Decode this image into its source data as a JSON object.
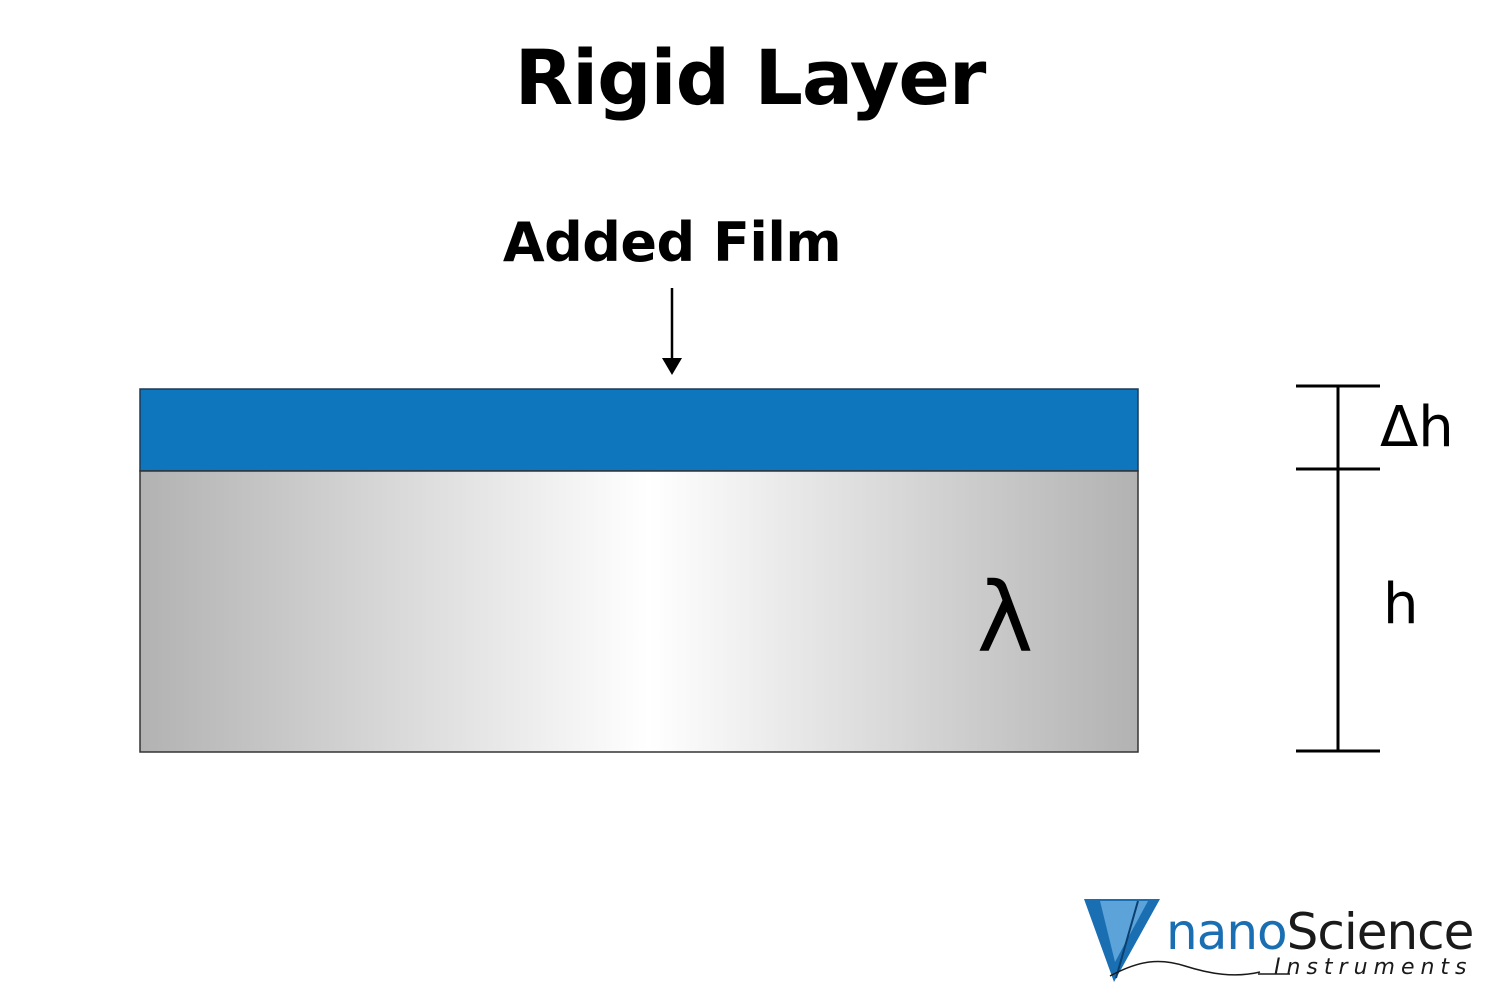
{
  "title": "Rigid Layer",
  "film_label": "Added Film",
  "substrate_symbol": "λ",
  "dimensions": {
    "film_thickness_label": "Δh",
    "substrate_thickness_label": "h"
  },
  "logo": {
    "brand_part1": "nano",
    "brand_part2": "Science",
    "subtitle": "Instruments"
  },
  "colors": {
    "film": "#0e76bd",
    "substrate_edge": "#b2b2b2",
    "substrate_center": "#ffffff",
    "logo_blue": "#1a6fb3"
  },
  "icons": [
    "down-arrow-icon",
    "nanoscience-logo-mark-icon"
  ]
}
